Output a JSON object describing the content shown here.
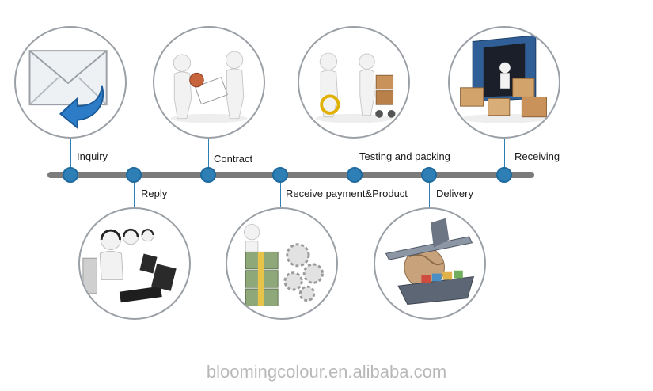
{
  "steps": [
    {
      "label": "Inquiry",
      "icon": "envelope-icon"
    },
    {
      "label": "Reply",
      "icon": "call-center-icon"
    },
    {
      "label": "Contract",
      "icon": "handshake-contract-icon"
    },
    {
      "label": "Receive payment&Product",
      "icon": "money-gears-icon"
    },
    {
      "label": "Testing and packing",
      "icon": "inspection-packing-icon"
    },
    {
      "label": "Delivery",
      "icon": "plane-ship-globe-icon"
    },
    {
      "label": "Receiving",
      "icon": "container-boxes-icon"
    }
  ],
  "footer": "bloomingcolour.en.alibaba.com",
  "colors": {
    "timeline": "#7b7b7b",
    "node": "#2e7fb5",
    "circle_border": "#9aa0a6",
    "footer": "#b8b8b8"
  }
}
